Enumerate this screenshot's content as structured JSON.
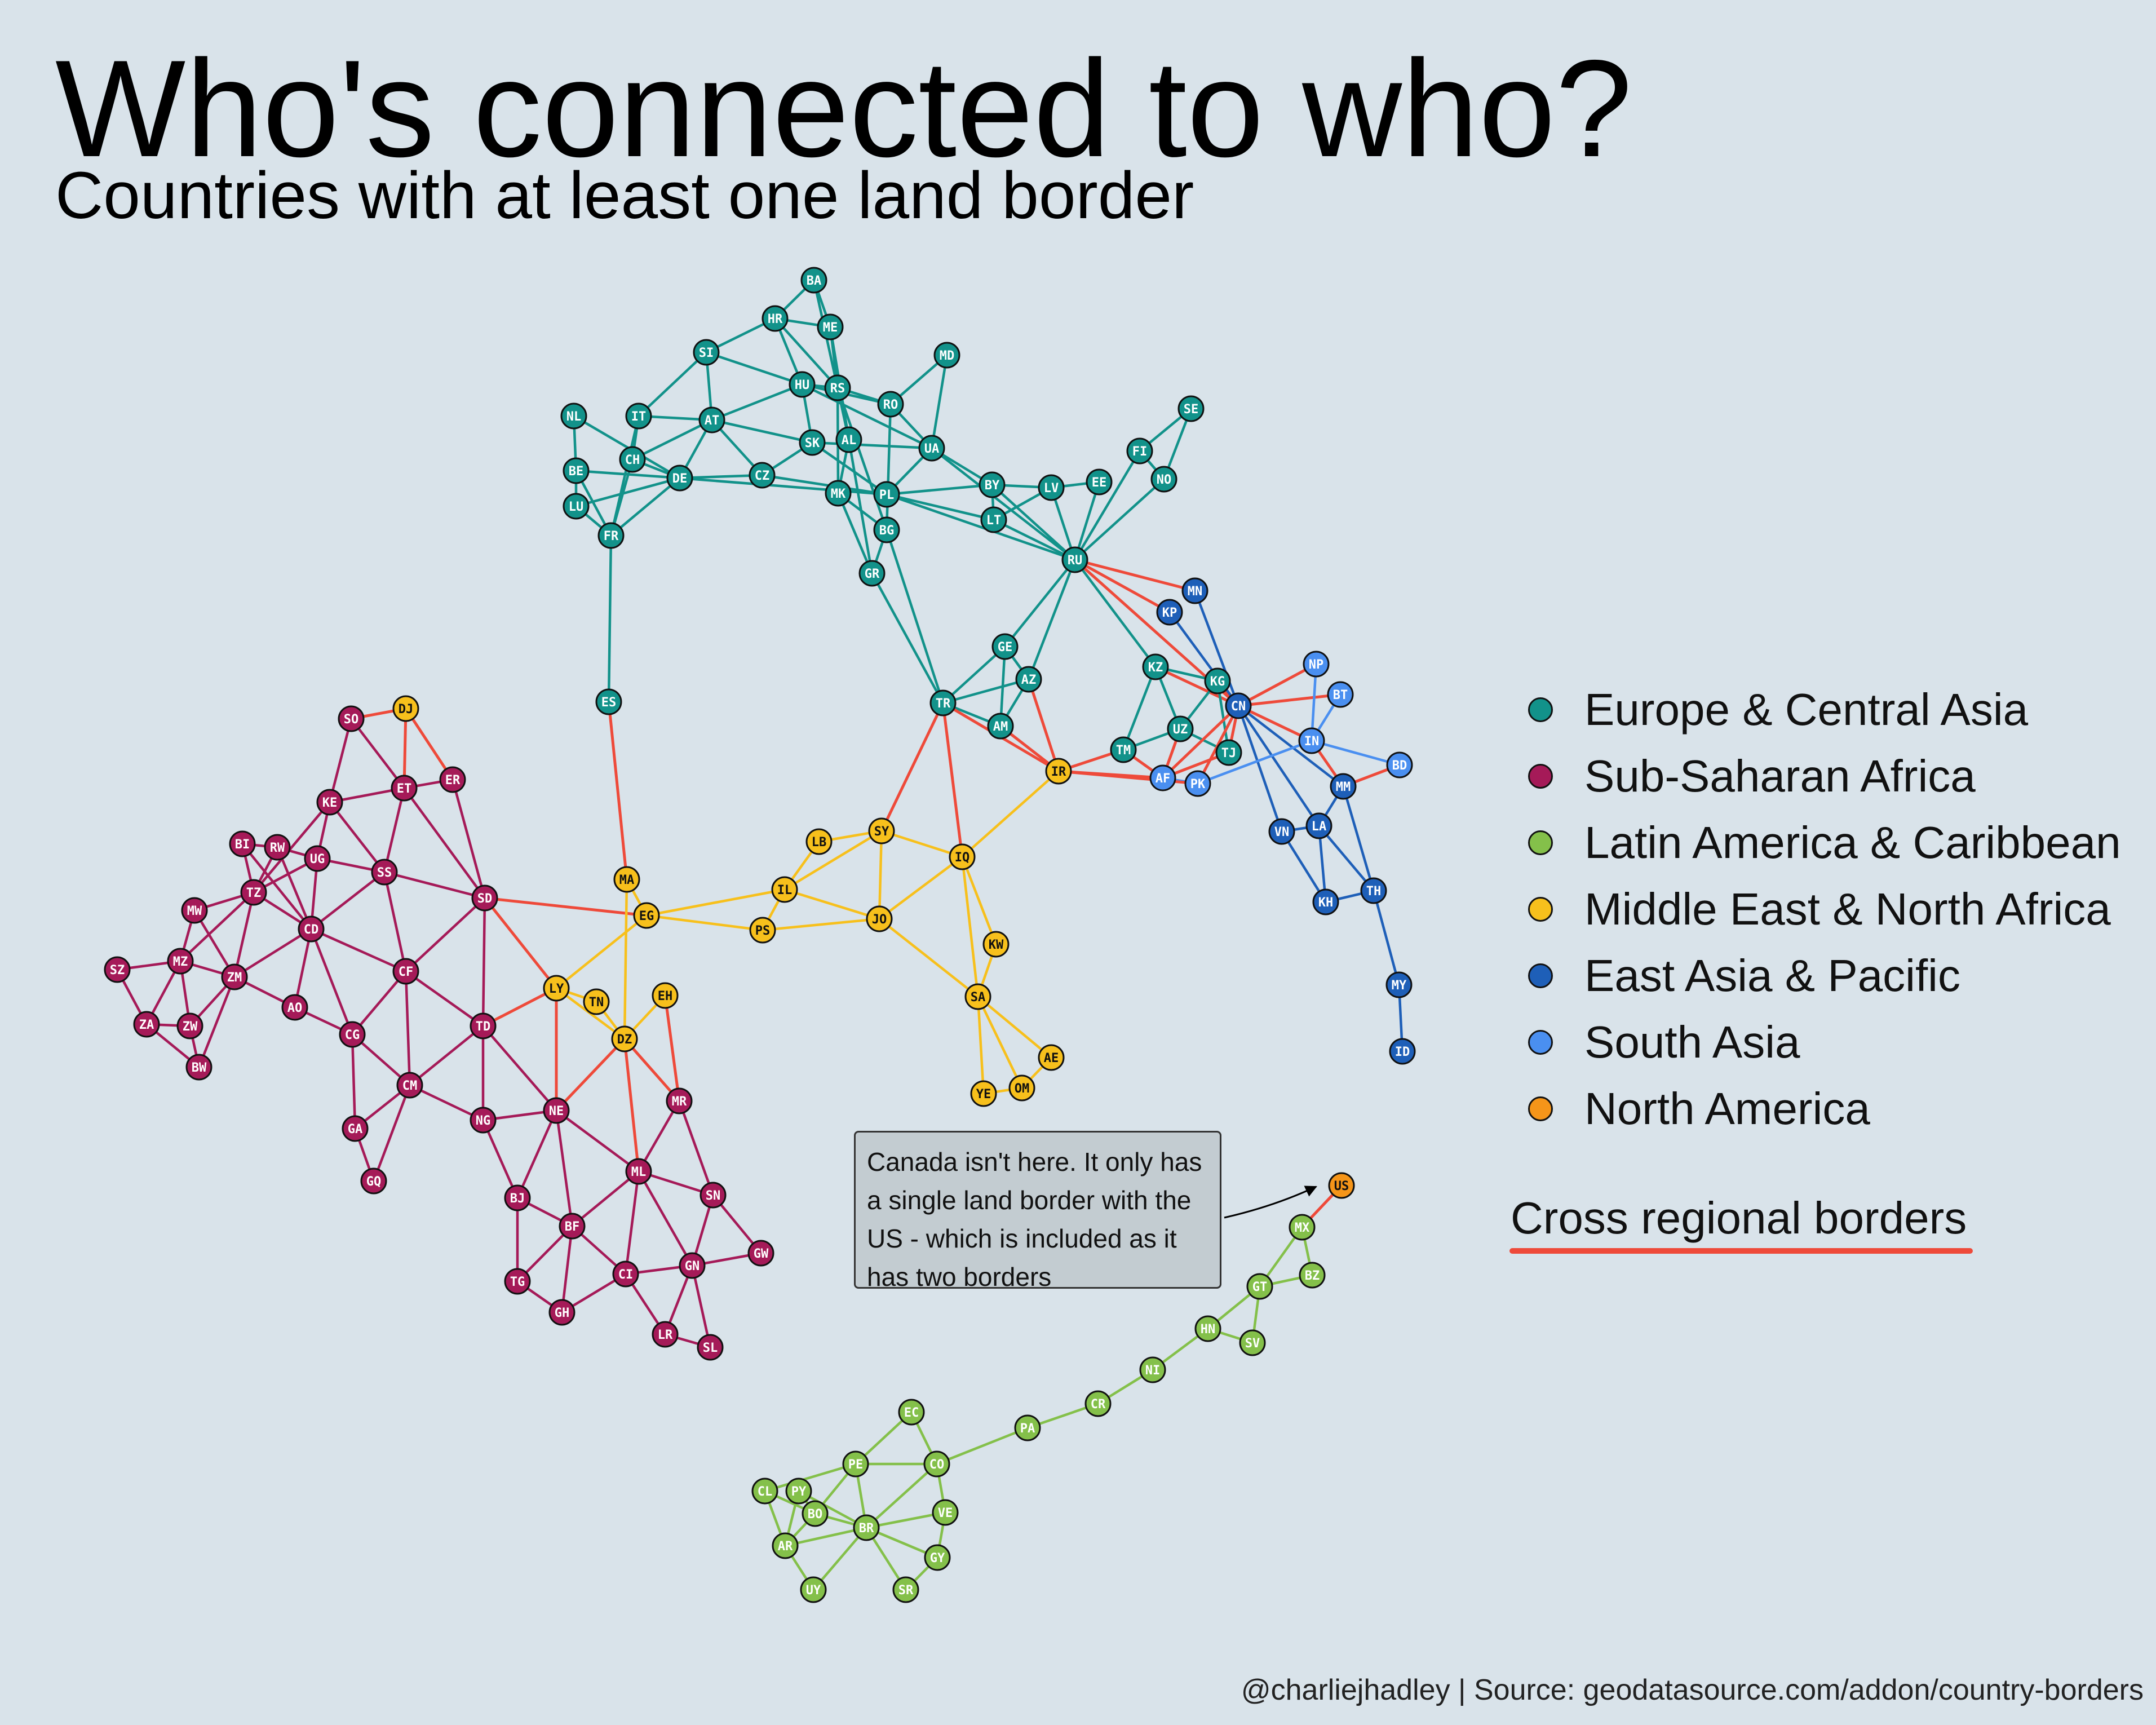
{
  "title": "Who's connected to who?",
  "subtitle": "Countries with at least one land border",
  "regions": {
    "eca": {
      "label": "Europe & Central Asia",
      "color": "#12928a"
    },
    "ssa": {
      "label": "Sub-Saharan Africa",
      "color": "#a51a58"
    },
    "lac": {
      "label": "Latin America & Caribbean",
      "color": "#84c04a"
    },
    "mena": {
      "label": "Middle East & North Africa",
      "color": "#f7c01c"
    },
    "eap": {
      "label": "East Asia & Pacific",
      "color": "#1e5fb8"
    },
    "sa": {
      "label": "South Asia",
      "color": "#4a8ff0"
    },
    "na": {
      "label": "North America",
      "color": "#f59519"
    }
  },
  "legend_order": [
    "eca",
    "ssa",
    "lac",
    "mena",
    "eap",
    "sa",
    "na"
  ],
  "cross_regional": {
    "label": "Cross regional borders",
    "color": "#ee4a3a"
  },
  "annotation": {
    "lines": [
      "Canada isn't here. It only has",
      "a single land border with the",
      "US - which is included as it",
      "has two borders"
    ],
    "target": "US"
  },
  "footer": "@charliejhadley | Source: geodatasource.com/addon/country-borders",
  "nodes": [
    {
      "id": "BA",
      "region": "eca"
    },
    {
      "id": "HR",
      "region": "eca"
    },
    {
      "id": "ME",
      "region": "eca"
    },
    {
      "id": "SI",
      "region": "eca"
    },
    {
      "id": "HU",
      "region": "eca"
    },
    {
      "id": "RS",
      "region": "eca"
    },
    {
      "id": "MD",
      "region": "eca"
    },
    {
      "id": "RO",
      "region": "eca"
    },
    {
      "id": "IT",
      "region": "eca"
    },
    {
      "id": "AT",
      "region": "eca"
    },
    {
      "id": "NL",
      "region": "eca"
    },
    {
      "id": "CH",
      "region": "eca"
    },
    {
      "id": "BE",
      "region": "eca"
    },
    {
      "id": "DE",
      "region": "eca"
    },
    {
      "id": "LU",
      "region": "eca"
    },
    {
      "id": "FR",
      "region": "eca"
    },
    {
      "id": "CZ",
      "region": "eca"
    },
    {
      "id": "SK",
      "region": "eca"
    },
    {
      "id": "AL",
      "region": "eca"
    },
    {
      "id": "UA",
      "region": "eca"
    },
    {
      "id": "MK",
      "region": "eca"
    },
    {
      "id": "PL",
      "region": "eca"
    },
    {
      "id": "BG",
      "region": "eca"
    },
    {
      "id": "GR",
      "region": "eca"
    },
    {
      "id": "BY",
      "region": "eca"
    },
    {
      "id": "LV",
      "region": "eca"
    },
    {
      "id": "EE",
      "region": "eca"
    },
    {
      "id": "LT",
      "region": "eca"
    },
    {
      "id": "SE",
      "region": "eca"
    },
    {
      "id": "FI",
      "region": "eca"
    },
    {
      "id": "NO",
      "region": "eca"
    },
    {
      "id": "RU",
      "region": "eca"
    },
    {
      "id": "ES",
      "region": "eca"
    },
    {
      "id": "TR",
      "region": "eca"
    },
    {
      "id": "GE",
      "region": "eca"
    },
    {
      "id": "AZ",
      "region": "eca"
    },
    {
      "id": "AM",
      "region": "eca"
    },
    {
      "id": "KZ",
      "region": "eca"
    },
    {
      "id": "KG",
      "region": "eca"
    },
    {
      "id": "UZ",
      "region": "eca"
    },
    {
      "id": "TM",
      "region": "eca"
    },
    {
      "id": "TJ",
      "region": "eca"
    },
    {
      "id": "MN",
      "region": "eap"
    },
    {
      "id": "KP",
      "region": "eap"
    },
    {
      "id": "CN",
      "region": "eap"
    },
    {
      "id": "MM",
      "region": "eap"
    },
    {
      "id": "VN",
      "region": "eap"
    },
    {
      "id": "LA",
      "region": "eap"
    },
    {
      "id": "KH",
      "region": "eap"
    },
    {
      "id": "TH",
      "region": "eap"
    },
    {
      "id": "MY",
      "region": "eap"
    },
    {
      "id": "ID",
      "region": "eap"
    },
    {
      "id": "NP",
      "region": "sa"
    },
    {
      "id": "BT",
      "region": "sa"
    },
    {
      "id": "IN",
      "region": "sa"
    },
    {
      "id": "BD",
      "region": "sa"
    },
    {
      "id": "AF",
      "region": "sa"
    },
    {
      "id": "PK",
      "region": "sa"
    },
    {
      "id": "IR",
      "region": "mena"
    },
    {
      "id": "SY",
      "region": "mena"
    },
    {
      "id": "LB",
      "region": "mena"
    },
    {
      "id": "IQ",
      "region": "mena"
    },
    {
      "id": "IL",
      "region": "mena"
    },
    {
      "id": "MA",
      "region": "mena"
    },
    {
      "id": "EG",
      "region": "mena"
    },
    {
      "id": "PS",
      "region": "mena"
    },
    {
      "id": "JO",
      "region": "mena"
    },
    {
      "id": "KW",
      "region": "mena"
    },
    {
      "id": "LY",
      "region": "mena"
    },
    {
      "id": "TN",
      "region": "mena"
    },
    {
      "id": "EH",
      "region": "mena"
    },
    {
      "id": "SA",
      "region": "mena"
    },
    {
      "id": "DZ",
      "region": "mena"
    },
    {
      "id": "AE",
      "region": "mena"
    },
    {
      "id": "OM",
      "region": "mena"
    },
    {
      "id": "YE",
      "region": "mena"
    },
    {
      "id": "DJ",
      "region": "mena"
    },
    {
      "id": "SO",
      "region": "ssa"
    },
    {
      "id": "ET",
      "region": "ssa"
    },
    {
      "id": "ER",
      "region": "ssa"
    },
    {
      "id": "KE",
      "region": "ssa"
    },
    {
      "id": "BI",
      "region": "ssa"
    },
    {
      "id": "RW",
      "region": "ssa"
    },
    {
      "id": "UG",
      "region": "ssa"
    },
    {
      "id": "SS",
      "region": "ssa"
    },
    {
      "id": "TZ",
      "region": "ssa"
    },
    {
      "id": "SD",
      "region": "ssa"
    },
    {
      "id": "MW",
      "region": "ssa"
    },
    {
      "id": "CD",
      "region": "ssa"
    },
    {
      "id": "SZ",
      "region": "ssa"
    },
    {
      "id": "MZ",
      "region": "ssa"
    },
    {
      "id": "ZM",
      "region": "ssa"
    },
    {
      "id": "CF",
      "region": "ssa"
    },
    {
      "id": "AO",
      "region": "ssa"
    },
    {
      "id": "ZA",
      "region": "ssa"
    },
    {
      "id": "ZW",
      "region": "ssa"
    },
    {
      "id": "CG",
      "region": "ssa"
    },
    {
      "id": "TD",
      "region": "ssa"
    },
    {
      "id": "BW",
      "region": "ssa"
    },
    {
      "id": "CM",
      "region": "ssa"
    },
    {
      "id": "GA",
      "region": "ssa"
    },
    {
      "id": "NE",
      "region": "ssa"
    },
    {
      "id": "NG",
      "region": "ssa"
    },
    {
      "id": "GQ",
      "region": "ssa"
    },
    {
      "id": "MR",
      "region": "ssa"
    },
    {
      "id": "ML",
      "region": "ssa"
    },
    {
      "id": "SN",
      "region": "ssa"
    },
    {
      "id": "BJ",
      "region": "ssa"
    },
    {
      "id": "BF",
      "region": "ssa"
    },
    {
      "id": "GW",
      "region": "ssa"
    },
    {
      "id": "GN",
      "region": "ssa"
    },
    {
      "id": "CI",
      "region": "ssa"
    },
    {
      "id": "TG",
      "region": "ssa"
    },
    {
      "id": "GH",
      "region": "ssa"
    },
    {
      "id": "LR",
      "region": "ssa"
    },
    {
      "id": "SL",
      "region": "ssa"
    },
    {
      "id": "US",
      "region": "na"
    },
    {
      "id": "MX",
      "region": "lac"
    },
    {
      "id": "BZ",
      "region": "lac"
    },
    {
      "id": "GT",
      "region": "lac"
    },
    {
      "id": "HN",
      "region": "lac"
    },
    {
      "id": "SV",
      "region": "lac"
    },
    {
      "id": "NI",
      "region": "lac"
    },
    {
      "id": "CR",
      "region": "lac"
    },
    {
      "id": "PA",
      "region": "lac"
    },
    {
      "id": "EC",
      "region": "lac"
    },
    {
      "id": "PE",
      "region": "lac"
    },
    {
      "id": "CO",
      "region": "lac"
    },
    {
      "id": "CL",
      "region": "lac"
    },
    {
      "id": "PY",
      "region": "lac"
    },
    {
      "id": "BO",
      "region": "lac"
    },
    {
      "id": "BR",
      "region": "lac"
    },
    {
      "id": "VE",
      "region": "lac"
    },
    {
      "id": "AR",
      "region": "lac"
    },
    {
      "id": "GY",
      "region": "lac"
    },
    {
      "id": "UY",
      "region": "lac"
    },
    {
      "id": "SR",
      "region": "lac"
    }
  ],
  "edges": [
    [
      "BA",
      "HR"
    ],
    [
      "BA",
      "ME"
    ],
    [
      "BA",
      "RS"
    ],
    [
      "HR",
      "SI"
    ],
    [
      "HR",
      "HU"
    ],
    [
      "HR",
      "RS"
    ],
    [
      "HR",
      "ME"
    ],
    [
      "ME",
      "RS"
    ],
    [
      "ME",
      "AL"
    ],
    [
      "SI",
      "IT"
    ],
    [
      "SI",
      "AT"
    ],
    [
      "SI",
      "HU"
    ],
    [
      "HU",
      "AT"
    ],
    [
      "HU",
      "SK"
    ],
    [
      "HU",
      "RS"
    ],
    [
      "HU",
      "RO"
    ],
    [
      "HU",
      "UA"
    ],
    [
      "RS",
      "RO"
    ],
    [
      "RS",
      "BG"
    ],
    [
      "RS",
      "MK"
    ],
    [
      "RS",
      "AL"
    ],
    [
      "MD",
      "RO"
    ],
    [
      "MD",
      "UA"
    ],
    [
      "RO",
      "UA"
    ],
    [
      "RO",
      "BG"
    ],
    [
      "IT",
      "CH"
    ],
    [
      "IT",
      "AT"
    ],
    [
      "IT",
      "FR"
    ],
    [
      "AT",
      "CH"
    ],
    [
      "AT",
      "DE"
    ],
    [
      "AT",
      "CZ"
    ],
    [
      "AT",
      "SK"
    ],
    [
      "NL",
      "BE"
    ],
    [
      "NL",
      "DE"
    ],
    [
      "BE",
      "DE"
    ],
    [
      "BE",
      "LU"
    ],
    [
      "BE",
      "FR"
    ],
    [
      "CH",
      "DE"
    ],
    [
      "CH",
      "FR"
    ],
    [
      "DE",
      "LU"
    ],
    [
      "DE",
      "FR"
    ],
    [
      "DE",
      "CZ"
    ],
    [
      "DE",
      "PL"
    ],
    [
      "LU",
      "FR"
    ],
    [
      "FR",
      "ES"
    ],
    [
      "CZ",
      "SK"
    ],
    [
      "CZ",
      "PL"
    ],
    [
      "SK",
      "PL"
    ],
    [
      "SK",
      "UA"
    ],
    [
      "AL",
      "MK"
    ],
    [
      "AL",
      "GR"
    ],
    [
      "UA",
      "PL"
    ],
    [
      "UA",
      "BY"
    ],
    [
      "UA",
      "RU"
    ],
    [
      "MK",
      "BG"
    ],
    [
      "MK",
      "GR"
    ],
    [
      "PL",
      "BY"
    ],
    [
      "PL",
      "LT"
    ],
    [
      "PL",
      "RU"
    ],
    [
      "BG",
      "GR"
    ],
    [
      "BG",
      "TR"
    ],
    [
      "GR",
      "TR"
    ],
    [
      "BY",
      "LV"
    ],
    [
      "BY",
      "LT"
    ],
    [
      "BY",
      "RU"
    ],
    [
      "LV",
      "EE"
    ],
    [
      "LV",
      "LT"
    ],
    [
      "LV",
      "RU"
    ],
    [
      "EE",
      "RU"
    ],
    [
      "LT",
      "RU"
    ],
    [
      "SE",
      "FI"
    ],
    [
      "SE",
      "NO"
    ],
    [
      "FI",
      "NO"
    ],
    [
      "FI",
      "RU"
    ],
    [
      "NO",
      "RU"
    ],
    [
      "RU",
      "GE"
    ],
    [
      "RU",
      "AZ"
    ],
    [
      "RU",
      "KZ"
    ],
    [
      "RU",
      "CN"
    ],
    [
      "RU",
      "MN"
    ],
    [
      "RU",
      "KP"
    ],
    [
      "TR",
      "GE"
    ],
    [
      "TR",
      "AM"
    ],
    [
      "TR",
      "AZ"
    ],
    [
      "TR",
      "IR"
    ],
    [
      "TR",
      "IQ"
    ],
    [
      "TR",
      "SY"
    ],
    [
      "GE",
      "AZ"
    ],
    [
      "GE",
      "AM"
    ],
    [
      "AZ",
      "AM"
    ],
    [
      "AZ",
      "IR"
    ],
    [
      "AM",
      "IR"
    ],
    [
      "KZ",
      "KG"
    ],
    [
      "KZ",
      "UZ"
    ],
    [
      "KZ",
      "TM"
    ],
    [
      "KZ",
      "CN"
    ],
    [
      "KG",
      "UZ"
    ],
    [
      "KG",
      "TJ"
    ],
    [
      "KG",
      "CN"
    ],
    [
      "UZ",
      "TM"
    ],
    [
      "UZ",
      "TJ"
    ],
    [
      "UZ",
      "AF"
    ],
    [
      "TM",
      "IR"
    ],
    [
      "TM",
      "AF"
    ],
    [
      "TJ",
      "CN"
    ],
    [
      "TJ",
      "AF"
    ],
    [
      "MN",
      "CN"
    ],
    [
      "KP",
      "CN"
    ],
    [
      "CN",
      "NP"
    ],
    [
      "CN",
      "BT"
    ],
    [
      "CN",
      "IN"
    ],
    [
      "CN",
      "PK"
    ],
    [
      "CN",
      "AF"
    ],
    [
      "CN",
      "MM"
    ],
    [
      "CN",
      "LA"
    ],
    [
      "CN",
      "VN"
    ],
    [
      "NP",
      "IN"
    ],
    [
      "BT",
      "IN"
    ],
    [
      "IN",
      "BD"
    ],
    [
      "IN",
      "MM"
    ],
    [
      "IN",
      "PK"
    ],
    [
      "BD",
      "MM"
    ],
    [
      "AF",
      "PK"
    ],
    [
      "AF",
      "IR"
    ],
    [
      "PK",
      "IR"
    ],
    [
      "MM",
      "LA"
    ],
    [
      "MM",
      "TH"
    ],
    [
      "VN",
      "LA"
    ],
    [
      "VN",
      "KH"
    ],
    [
      "LA",
      "KH"
    ],
    [
      "LA",
      "TH"
    ],
    [
      "KH",
      "TH"
    ],
    [
      "TH",
      "MY"
    ],
    [
      "MY",
      "ID"
    ],
    [
      "ES",
      "MA"
    ],
    [
      "IR",
      "IQ"
    ],
    [
      "SY",
      "LB"
    ],
    [
      "SY",
      "IQ"
    ],
    [
      "SY",
      "JO"
    ],
    [
      "SY",
      "IL"
    ],
    [
      "LB",
      "IL"
    ],
    [
      "IQ",
      "JO"
    ],
    [
      "IQ",
      "KW"
    ],
    [
      "IQ",
      "SA"
    ],
    [
      "IL",
      "EG"
    ],
    [
      "IL",
      "PS"
    ],
    [
      "IL",
      "JO"
    ],
    [
      "EG",
      "PS"
    ],
    [
      "EG",
      "LY"
    ],
    [
      "EG",
      "SD"
    ],
    [
      "MA",
      "DZ"
    ],
    [
      "MA",
      "EG"
    ],
    [
      "PS",
      "JO"
    ],
    [
      "JO",
      "SA"
    ],
    [
      "KW",
      "SA"
    ],
    [
      "SA",
      "AE"
    ],
    [
      "SA",
      "OM"
    ],
    [
      "SA",
      "YE"
    ],
    [
      "AE",
      "OM"
    ],
    [
      "OM",
      "YE"
    ],
    [
      "LY",
      "TN"
    ],
    [
      "LY",
      "DZ"
    ],
    [
      "LY",
      "NE"
    ],
    [
      "LY",
      "TD"
    ],
    [
      "LY",
      "SD"
    ],
    [
      "TN",
      "DZ"
    ],
    [
      "DZ",
      "EH"
    ],
    [
      "DZ",
      "NE"
    ],
    [
      "DZ",
      "ML"
    ],
    [
      "DZ",
      "MR"
    ],
    [
      "EH",
      "MR"
    ],
    [
      "DJ",
      "SO"
    ],
    [
      "DJ",
      "ET"
    ],
    [
      "DJ",
      "ER"
    ],
    [
      "SO",
      "ET"
    ],
    [
      "SO",
      "KE"
    ],
    [
      "ET",
      "ER"
    ],
    [
      "ET",
      "KE"
    ],
    [
      "ET",
      "SS"
    ],
    [
      "ET",
      "SD"
    ],
    [
      "ER",
      "SD"
    ],
    [
      "KE",
      "UG"
    ],
    [
      "KE",
      "TZ"
    ],
    [
      "KE",
      "SS"
    ],
    [
      "BI",
      "RW"
    ],
    [
      "BI",
      "TZ"
    ],
    [
      "BI",
      "CD"
    ],
    [
      "RW",
      "UG"
    ],
    [
      "RW",
      "TZ"
    ],
    [
      "RW",
      "CD"
    ],
    [
      "UG",
      "SS"
    ],
    [
      "UG",
      "TZ"
    ],
    [
      "UG",
      "CD"
    ],
    [
      "SS",
      "SD"
    ],
    [
      "SS",
      "CD"
    ],
    [
      "SS",
      "CF"
    ],
    [
      "TZ",
      "MW"
    ],
    [
      "TZ",
      "MZ"
    ],
    [
      "TZ",
      "ZM"
    ],
    [
      "TZ",
      "CD"
    ],
    [
      "SD",
      "CF"
    ],
    [
      "SD",
      "TD"
    ],
    [
      "MW",
      "MZ"
    ],
    [
      "MW",
      "ZM"
    ],
    [
      "CD",
      "ZM"
    ],
    [
      "CD",
      "AO"
    ],
    [
      "CD",
      "CF"
    ],
    [
      "CD",
      "CG"
    ],
    [
      "SZ",
      "MZ"
    ],
    [
      "SZ",
      "ZA"
    ],
    [
      "MZ",
      "ZA"
    ],
    [
      "MZ",
      "ZW"
    ],
    [
      "MZ",
      "ZM"
    ],
    [
      "ZM",
      "ZW"
    ],
    [
      "ZM",
      "AO"
    ],
    [
      "ZM",
      "BW"
    ],
    [
      "CF",
      "TD"
    ],
    [
      "CF",
      "CM"
    ],
    [
      "CF",
      "CG"
    ],
    [
      "AO",
      "CG"
    ],
    [
      "ZA",
      "ZW"
    ],
    [
      "ZA",
      "BW"
    ],
    [
      "ZW",
      "BW"
    ],
    [
      "CG",
      "CM"
    ],
    [
      "CG",
      "GA"
    ],
    [
      "TD",
      "CM"
    ],
    [
      "TD",
      "NE"
    ],
    [
      "TD",
      "NG"
    ],
    [
      "CM",
      "GA"
    ],
    [
      "CM",
      "GQ"
    ],
    [
      "CM",
      "NG"
    ],
    [
      "GA",
      "GQ"
    ],
    [
      "NE",
      "NG"
    ],
    [
      "NE",
      "ML"
    ],
    [
      "NE",
      "BF"
    ],
    [
      "NE",
      "BJ"
    ],
    [
      "NG",
      "BJ"
    ],
    [
      "MR",
      "ML"
    ],
    [
      "MR",
      "SN"
    ],
    [
      "ML",
      "SN"
    ],
    [
      "ML",
      "BF"
    ],
    [
      "ML",
      "GN"
    ],
    [
      "ML",
      "CI"
    ],
    [
      "SN",
      "GN"
    ],
    [
      "SN",
      "GW"
    ],
    [
      "BJ",
      "BF"
    ],
    [
      "BJ",
      "TG"
    ],
    [
      "BF",
      "CI"
    ],
    [
      "BF",
      "GH"
    ],
    [
      "BF",
      "TG"
    ],
    [
      "GW",
      "GN"
    ],
    [
      "GN",
      "CI"
    ],
    [
      "GN",
      "LR"
    ],
    [
      "GN",
      "SL"
    ],
    [
      "CI",
      "LR"
    ],
    [
      "CI",
      "GH"
    ],
    [
      "TG",
      "GH"
    ],
    [
      "LR",
      "SL"
    ],
    [
      "US",
      "MX"
    ],
    [
      "MX",
      "GT"
    ],
    [
      "MX",
      "BZ"
    ],
    [
      "BZ",
      "GT"
    ],
    [
      "GT",
      "HN"
    ],
    [
      "GT",
      "SV"
    ],
    [
      "HN",
      "SV"
    ],
    [
      "HN",
      "NI"
    ],
    [
      "NI",
      "CR"
    ],
    [
      "CR",
      "PA"
    ],
    [
      "PA",
      "CO"
    ],
    [
      "EC",
      "CO"
    ],
    [
      "EC",
      "PE"
    ],
    [
      "PE",
      "CO"
    ],
    [
      "PE",
      "BR"
    ],
    [
      "PE",
      "BO"
    ],
    [
      "PE",
      "CL"
    ],
    [
      "CO",
      "BR"
    ],
    [
      "CO",
      "VE"
    ],
    [
      "CL",
      "BO"
    ],
    [
      "CL",
      "AR"
    ],
    [
      "PY",
      "BO"
    ],
    [
      "PY",
      "AR"
    ],
    [
      "PY",
      "BR"
    ],
    [
      "BO",
      "BR"
    ],
    [
      "BO",
      "AR"
    ],
    [
      "BR",
      "AR"
    ],
    [
      "BR",
      "UY"
    ],
    [
      "BR",
      "VE"
    ],
    [
      "BR",
      "GY"
    ],
    [
      "BR",
      "SR"
    ],
    [
      "VE",
      "GY"
    ],
    [
      "AR",
      "UY"
    ],
    [
      "GY",
      "SR"
    ]
  ]
}
